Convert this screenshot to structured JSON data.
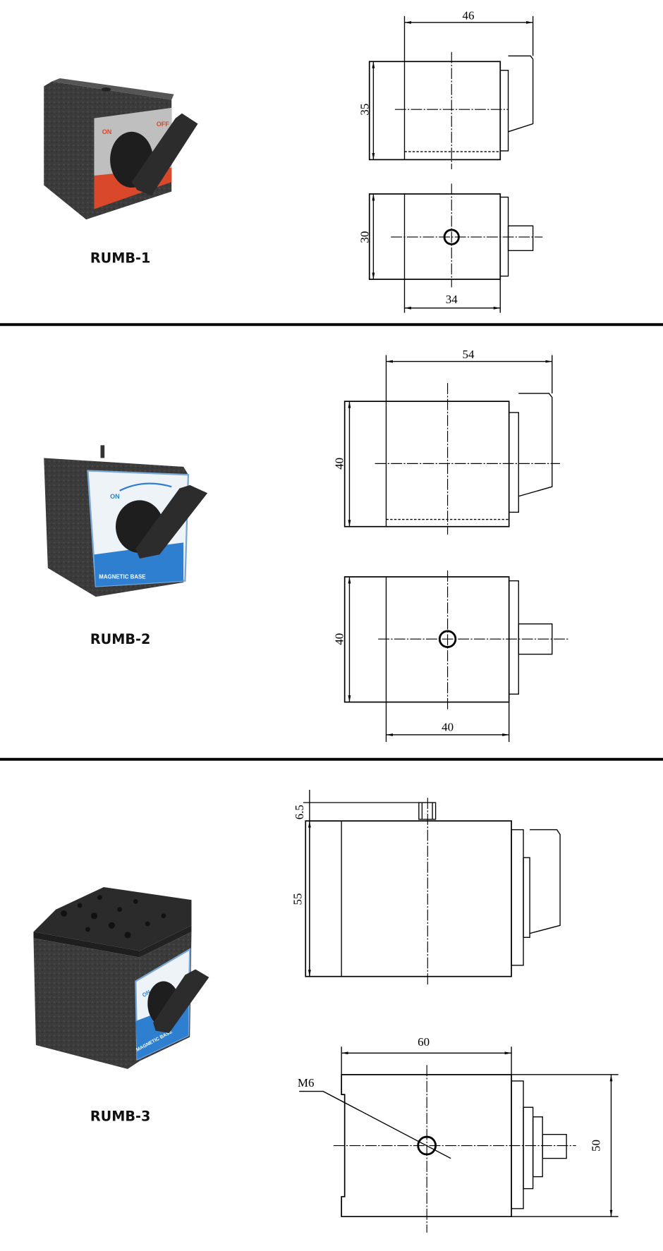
{
  "products": [
    {
      "name": "RUMB-1",
      "plate_text_on": "ON",
      "plate_text_off": "OFF",
      "accent": "#d9482b",
      "dims": {
        "length": "46",
        "height": "35",
        "width": "30",
        "body": "34"
      }
    },
    {
      "name": "RUMB-2",
      "plate_text_on": "ON",
      "plate_text_bottom": "MAGNETIC BASE",
      "accent": "#2f7fd0",
      "dims": {
        "length": "54",
        "height": "40",
        "width": "40",
        "body": "40"
      }
    },
    {
      "name": "RUMB-3",
      "plate_text_on": "ON",
      "plate_text_bottom": "MAGNETIC BASE",
      "accent": "#2f7fd0",
      "dims": {
        "stud": "6.5",
        "height": "55",
        "length": "60",
        "width": "50",
        "thread": "M6"
      }
    }
  ],
  "colors": {
    "divider": "#000000",
    "body": "#3a3a3a"
  }
}
